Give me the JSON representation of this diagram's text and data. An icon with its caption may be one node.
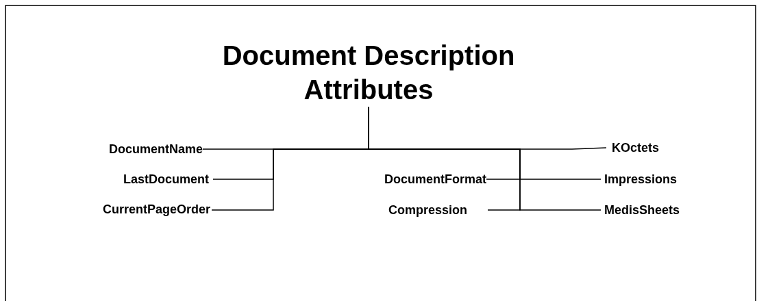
{
  "diagram": {
    "nodes": [
      {
        "text": [
          "Document Description Attributes"
        ]
      },
      {
        "text": [
          "DocumentName"
        ]
      },
      {
        "text": [
          "KOctets"
        ]
      },
      {
        "text": [
          "LastDocument"
        ]
      },
      {
        "text": [
          "DocumentFormat"
        ]
      },
      {
        "text": [
          "Impressions"
        ]
      },
      {
        "text": [
          "CurrentPageOrder"
        ]
      },
      {
        "text": [
          "Compression"
        ]
      },
      {
        "text": [
          "MedisSheets"
        ]
      }
    ],
    "edges": [
      {
        "from": 0,
        "to": 1,
        "arrow": "none"
      },
      {
        "from": 0,
        "to": 3,
        "arrow": "none"
      },
      {
        "from": 0,
        "to": 6,
        "arrow": "none"
      },
      {
        "from": 0,
        "to": 2,
        "arrow": "none"
      },
      {
        "from": 0,
        "to": 4,
        "arrow": "none"
      },
      {
        "from": 0,
        "to": 5,
        "arrow": "none"
      },
      {
        "from": 0,
        "to": 7,
        "arrow": "none"
      },
      {
        "from": 0,
        "to": 8,
        "arrow": "none"
      }
    ]
  }
}
